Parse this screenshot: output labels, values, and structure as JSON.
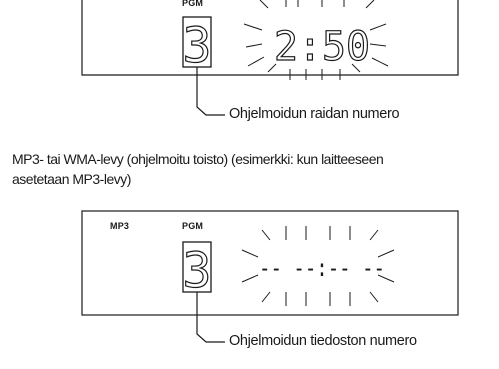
{
  "display1": {
    "pgm_label": "PGM",
    "track_digit": "3",
    "time": "2:50",
    "callout": "Ohjelmoidun raidan numero"
  },
  "caption": {
    "line1": "MP3- tai WMA-levy (ohjelmoitu toisto) (esimerkki: kun laitteeseen",
    "line2": "asetetaan MP3-levy)"
  },
  "display2": {
    "mp3_label": "MP3",
    "pgm_label": "PGM",
    "track_digit": "3",
    "time": "-- --:-- --",
    "callout": "Ohjelmoidun tiedoston numero"
  },
  "colors": {
    "ink": "#1a1a1a",
    "background": "#ffffff"
  }
}
